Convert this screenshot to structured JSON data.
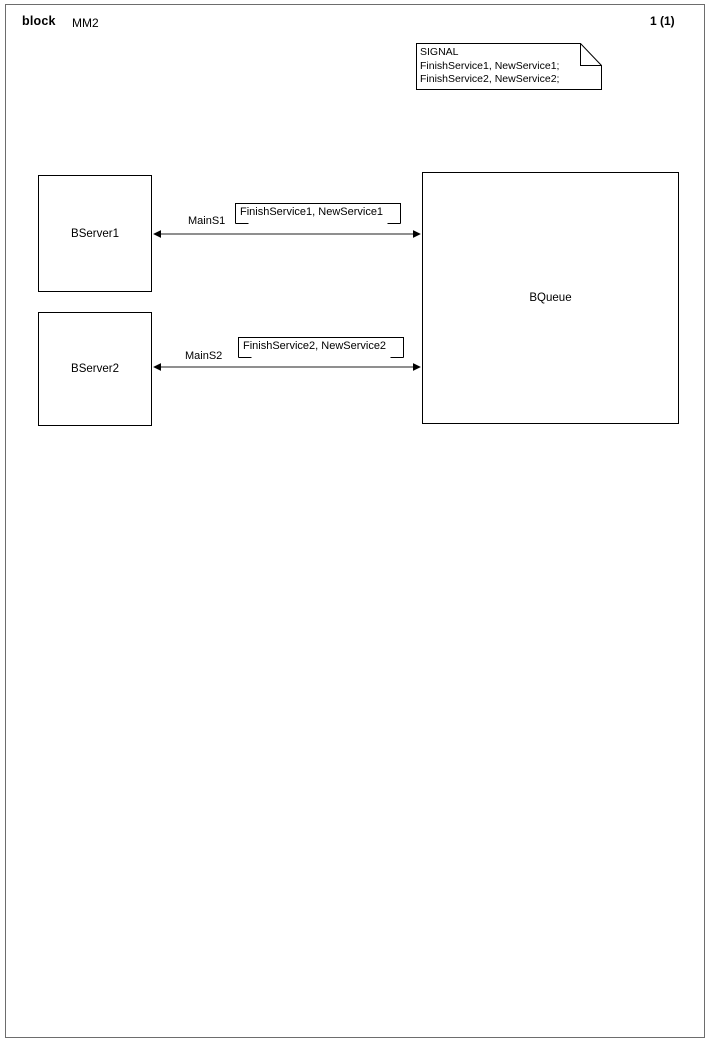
{
  "header": {
    "kind": "block",
    "name": "MM2",
    "page_number": "1 (1)"
  },
  "signal_note": {
    "title": "SIGNAL",
    "lines": [
      "SIGNAL",
      "FinishService1, NewService1;",
      "FinishService2, NewService2;"
    ],
    "text": "SIGNAL\nFinishService1, NewService1;\nFinishService2, NewService2;"
  },
  "blocks": [
    {
      "id": "bserver1",
      "label": "BServer1"
    },
    {
      "id": "bserver2",
      "label": "BServer2"
    },
    {
      "id": "bqueue",
      "label": "BQueue"
    }
  ],
  "channels": [
    {
      "id": "mains1",
      "name": "MainS1",
      "from": "BServer1",
      "to": "BQueue",
      "bidirectional": true,
      "signals": "FinishService1, NewService1"
    },
    {
      "id": "mains2",
      "name": "MainS2",
      "from": "BServer2",
      "to": "BQueue",
      "bidirectional": true,
      "signals": "FinishService2, NewService2"
    }
  ],
  "colors": {
    "frame": "#6d6d6d",
    "line": "#6a6a6a",
    "shape_stroke": "#000000",
    "text": "#000000",
    "background": "#ffffff"
  }
}
